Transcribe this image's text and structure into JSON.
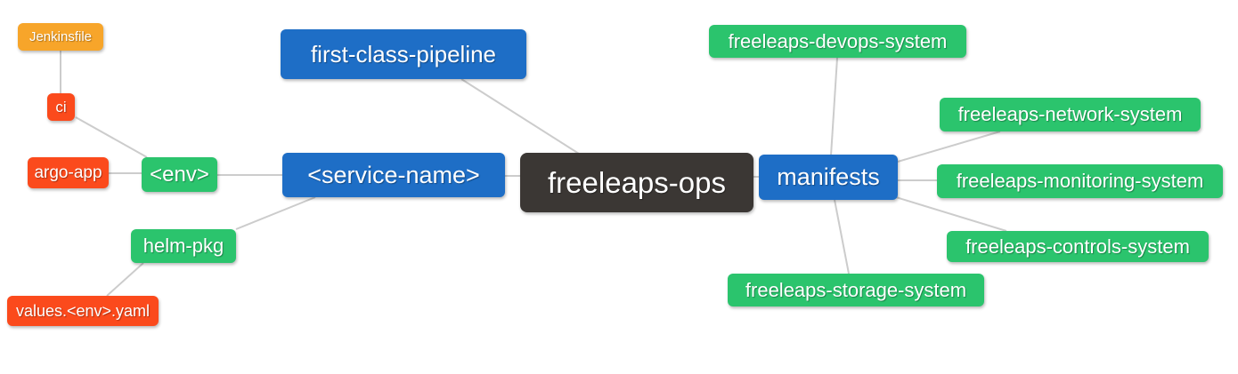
{
  "nodes": {
    "freeleaps_ops": {
      "label": "freeleaps-ops"
    },
    "first_class_pipeline": {
      "label": "first-class-pipeline"
    },
    "service_name": {
      "label": "<service-name>"
    },
    "env": {
      "label": "<env>"
    },
    "ci": {
      "label": "ci"
    },
    "jenkinsfile": {
      "label": "Jenkinsfile"
    },
    "argo_app": {
      "label": "argo-app"
    },
    "helm_pkg": {
      "label": "helm-pkg"
    },
    "values_env_yaml": {
      "label": "values.<env>.yaml"
    },
    "manifests": {
      "label": "manifests"
    },
    "devops_system": {
      "label": "freeleaps-devops-system"
    },
    "network_system": {
      "label": "freeleaps-network-system"
    },
    "monitoring_system": {
      "label": "freeleaps-monitoring-system"
    },
    "controls_system": {
      "label": "freeleaps-controls-system"
    },
    "storage_system": {
      "label": "freeleaps-storage-system"
    }
  },
  "colors": {
    "root_dark": "#3b3734",
    "branch_blue": "#1e6ec6",
    "leaf_green": "#2bc46d",
    "leaf_red": "#fb4a1c",
    "leaf_orange": "#f7a52a",
    "edge": "#cccccc",
    "background": "#ffffff",
    "text": "#ffffff"
  },
  "edges": [
    {
      "from": "jenkinsfile",
      "to": "ci",
      "points": [
        68,
        57,
        68,
        105
      ]
    },
    {
      "from": "ci",
      "to": "env",
      "points": [
        85,
        132,
        165,
        177
      ]
    },
    {
      "from": "argo_app",
      "to": "env",
      "points": [
        122,
        195,
        159,
        195
      ]
    },
    {
      "from": "env",
      "to": "service_name",
      "points": [
        244,
        197,
        317,
        197
      ]
    },
    {
      "from": "service_name",
      "to": "helm_pkg",
      "points": [
        354,
        222,
        265,
        258
      ]
    },
    {
      "from": "helm_pkg",
      "to": "values_env_yaml",
      "points": [
        161,
        296,
        120,
        333
      ]
    },
    {
      "from": "first_class_pipeline",
      "to": "freeleaps_ops",
      "points": [
        518,
        89,
        650,
        173
      ]
    },
    {
      "from": "service_name",
      "to": "freeleaps_ops",
      "points": [
        567,
        198,
        584,
        198
      ]
    },
    {
      "from": "freeleaps_ops",
      "to": "manifests",
      "points": [
        846,
        199,
        852,
        199
      ]
    },
    {
      "from": "manifests",
      "to": "devops_system",
      "points": [
        933,
        175,
        940,
        65
      ]
    },
    {
      "from": "manifests",
      "to": "network_system",
      "points": [
        1008,
        182,
        1123,
        148
      ]
    },
    {
      "from": "manifests",
      "to": "monitoring_system",
      "points": [
        1008,
        203,
        1052,
        203
      ]
    },
    {
      "from": "manifests",
      "to": "controls_system",
      "points": [
        1006,
        222,
        1130,
        260
      ]
    },
    {
      "from": "manifests",
      "to": "storage_system",
      "points": [
        937,
        225,
        953,
        308
      ]
    }
  ]
}
